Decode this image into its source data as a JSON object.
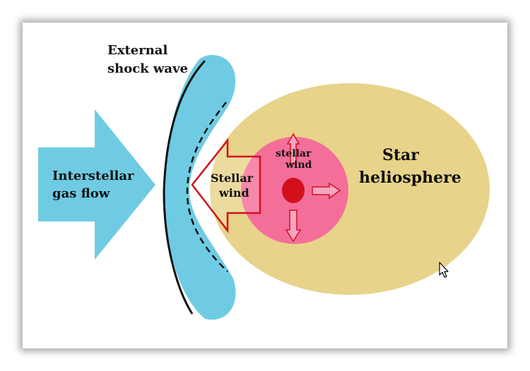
{
  "labels": {
    "shock_wave_line1": "External",
    "shock_wave_line2": "shock wave",
    "gas_flow_line1": "Interstellar",
    "gas_flow_line2": "gas flow",
    "stellar_wind_big_line1": "Stellar",
    "stellar_wind_big_line2": "wind",
    "stellar_wind_small_line1": "stellar",
    "stellar_wind_small_line2": "wind",
    "heliosphere_line1": "Star",
    "heliosphere_line2": "heliosphere"
  },
  "colors": {
    "heliosphere": "#e7d38a",
    "inner_wind": "#f46e9a",
    "shock": "#6fcbe3",
    "star": "#d2101c",
    "arrow_outline": "#d0101c"
  },
  "icons": {
    "cursor": "mouse-pointer-icon"
  }
}
